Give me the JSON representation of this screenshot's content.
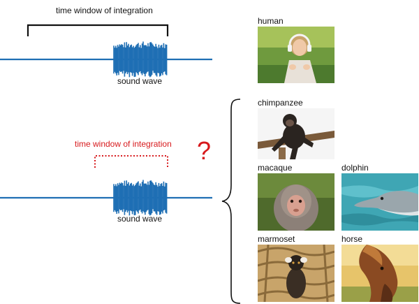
{
  "top_panel": {
    "window_label": "time window of integration",
    "wave_label": "sound wave"
  },
  "bottom_panel": {
    "window_label": "time window of integration",
    "question_mark": "?",
    "wave_label": "sound wave"
  },
  "colors": {
    "wave_blue": "#1f6fb4",
    "question_red": "#d7191c",
    "bracket_black": "#111111"
  },
  "species": {
    "human": "human",
    "chimpanzee": "chimpanzee",
    "macaque": "macaque",
    "dolphin": "dolphin",
    "marmoset": "marmoset",
    "horse": "horse"
  }
}
